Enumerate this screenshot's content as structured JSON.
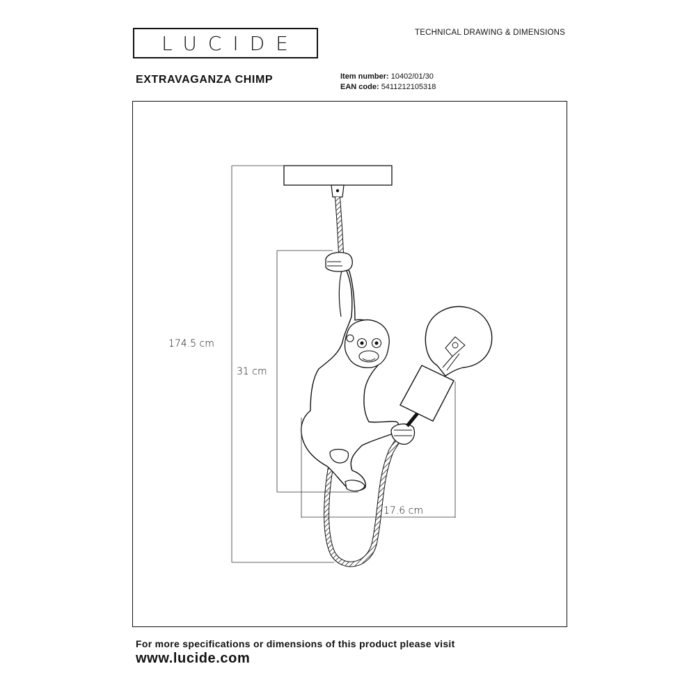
{
  "header": {
    "logo_text": "LUCIDE",
    "document_type": "TECHNICAL DRAWING & DIMENSIONS",
    "product_name": "EXTRAVAGANZA CHIMP",
    "item_number_label": "Item number:",
    "item_number": "10402/01/30",
    "ean_label": "EAN code:",
    "ean_code": "5411212105318"
  },
  "drawing": {
    "dimensions": {
      "total_height": "174.5 cm",
      "body_height": "31 cm",
      "width": "17.6 cm"
    }
  },
  "footer": {
    "note": "For more specifications or dimensions of this product please visit",
    "url": "www.lucide.com"
  }
}
